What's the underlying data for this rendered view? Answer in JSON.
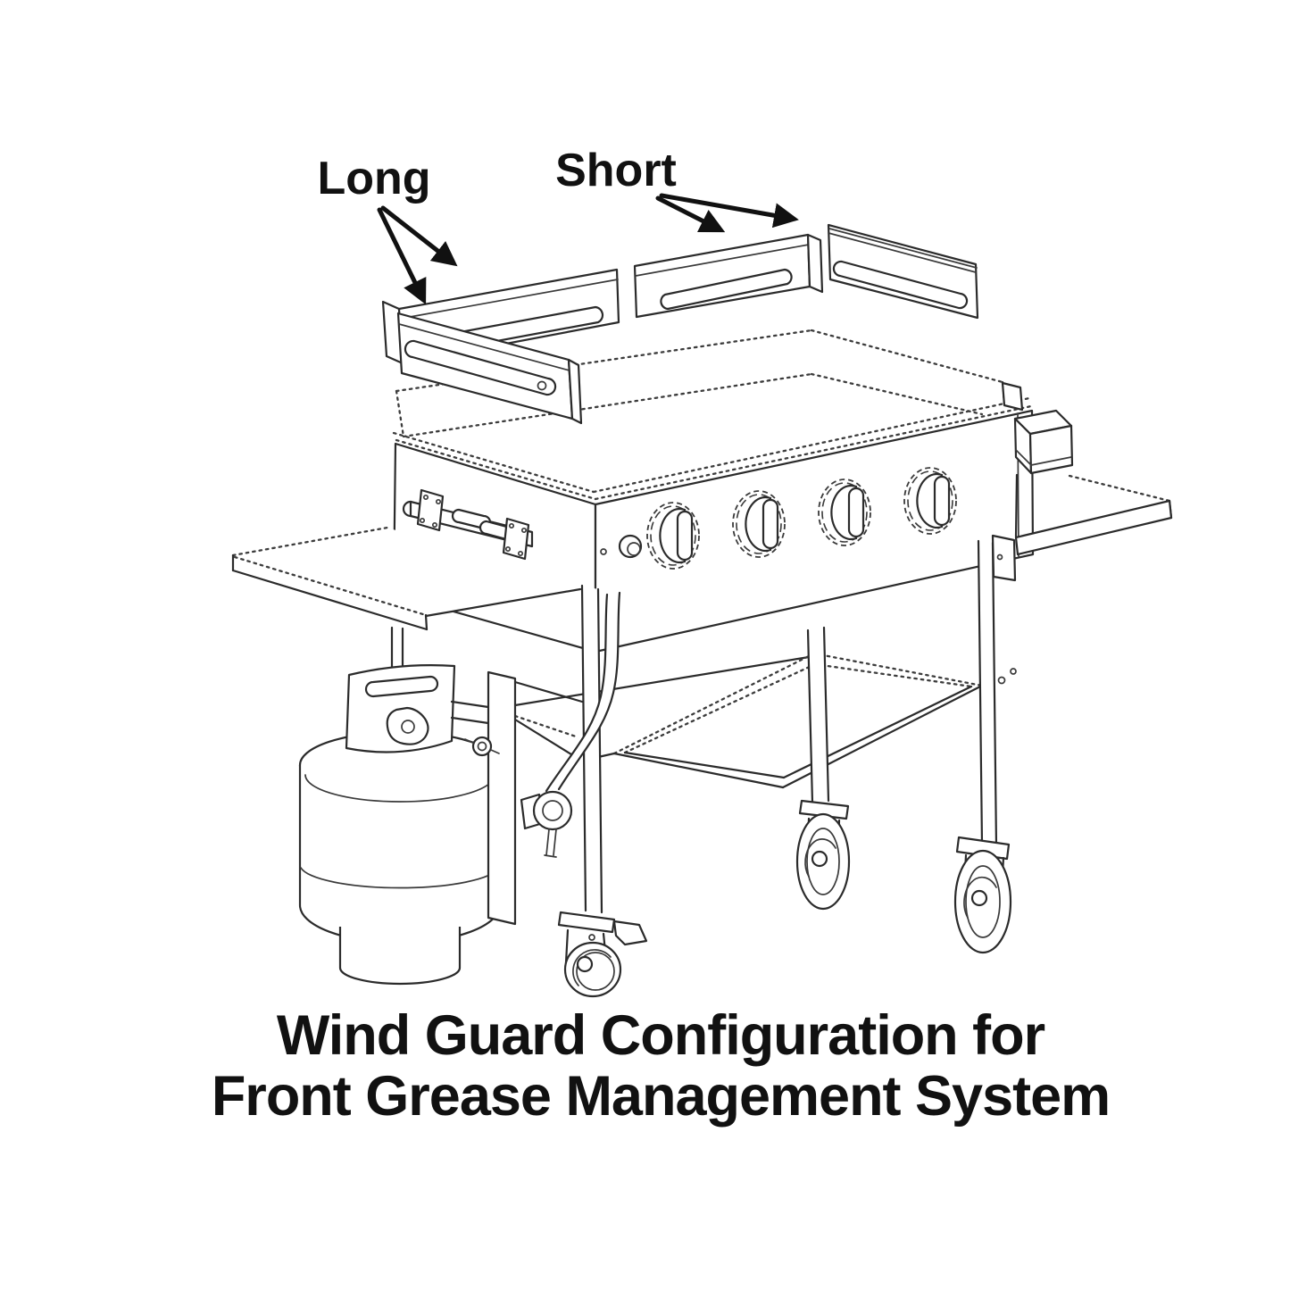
{
  "page": {
    "background_color": "#ffffff",
    "ink_color": "#2b2b2b"
  },
  "callouts": {
    "long_label": "Long",
    "short_label": "Short"
  },
  "caption": {
    "line1": "Wind Guard Configuration for",
    "line2": "Front Grease Management System"
  }
}
